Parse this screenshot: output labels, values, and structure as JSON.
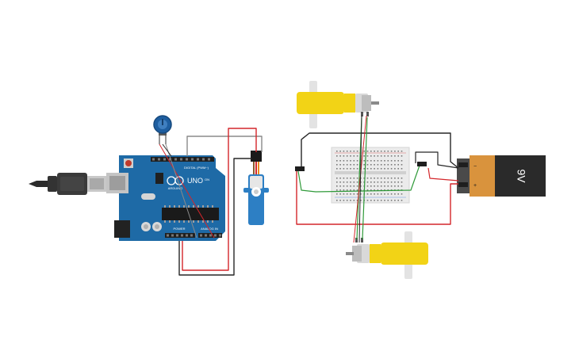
{
  "arduino": {
    "brand": "ARDUINO",
    "model": "UNO",
    "digital_header": "DIGITAL (PWM~)",
    "power_header": "POWER",
    "analog_header": "ANALOG IN",
    "on_label": "ON"
  },
  "battery": {
    "voltage": "9V",
    "minus": "−",
    "plus": "+"
  },
  "colors": {
    "board_blue": "#1e6aa6",
    "wire_red": "#d4262b",
    "wire_black": "#262626",
    "wire_green": "#2f9a39",
    "wire_gray": "#8a8a8a",
    "motor_yellow": "#f2d316",
    "battery_orange": "#d9933d",
    "battery_black": "#2a2a2a",
    "breadboard": "#ebebeb",
    "servo_blue": "#2d7fc4"
  }
}
